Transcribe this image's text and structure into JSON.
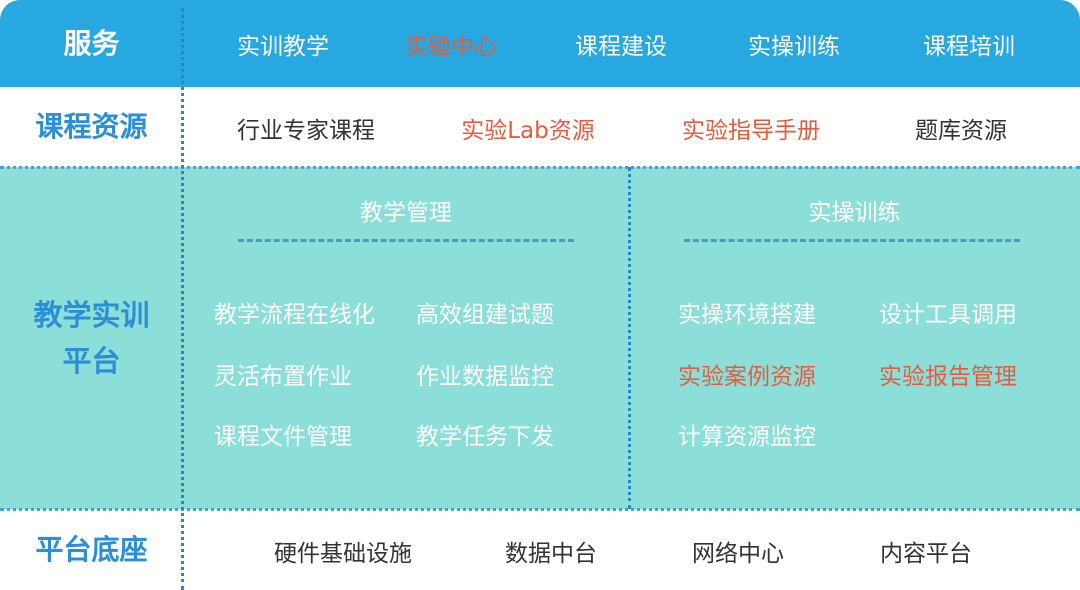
{
  "services": {
    "label": "服务",
    "items": [
      {
        "text": "实训教学",
        "highlight": false
      },
      {
        "text": "实验中心",
        "highlight": true
      },
      {
        "text": "课程建设",
        "highlight": false
      },
      {
        "text": "实操训练",
        "highlight": false
      },
      {
        "text": "课程培训",
        "highlight": false
      }
    ]
  },
  "course_resources": {
    "label": "课程资源",
    "items": [
      {
        "text": "行业专家课程",
        "highlight": false
      },
      {
        "text": "实验Lab资源",
        "highlight": true
      },
      {
        "text": "实验指导手册",
        "highlight": true
      },
      {
        "text": "题库资源",
        "highlight": false
      }
    ]
  },
  "teaching_platform": {
    "label_line1": "教学实训",
    "label_line2": "平台",
    "teaching_management": {
      "title": "教学管理",
      "items": [
        {
          "text": "教学流程在线化",
          "highlight": false
        },
        {
          "text": "高效组建试题",
          "highlight": false
        },
        {
          "text": "灵活布置作业",
          "highlight": false
        },
        {
          "text": "作业数据监控",
          "highlight": false
        },
        {
          "text": "课程文件管理",
          "highlight": false
        },
        {
          "text": "教学任务下发",
          "highlight": false
        }
      ]
    },
    "practical_training": {
      "title": "实操训练",
      "items": [
        {
          "text": "实操环境搭建",
          "highlight": false
        },
        {
          "text": "设计工具调用",
          "highlight": false
        },
        {
          "text": "实验案例资源",
          "highlight": true
        },
        {
          "text": "实验报告管理",
          "highlight": true
        },
        {
          "text": "计算资源监控",
          "highlight": false
        }
      ]
    }
  },
  "platform_base": {
    "label": "平台底座",
    "items": [
      {
        "text": "硬件基础设施",
        "highlight": false
      },
      {
        "text": "数据中台",
        "highlight": false
      },
      {
        "text": "网络中心",
        "highlight": false
      },
      {
        "text": "内容平台",
        "highlight": false
      }
    ]
  },
  "colors": {
    "header_blue": "#27a8e0",
    "label_blue": "#2b8fd8",
    "teal_panel": "#8cded8",
    "highlight_red": "#e85a3c",
    "body_text": "#333333"
  }
}
